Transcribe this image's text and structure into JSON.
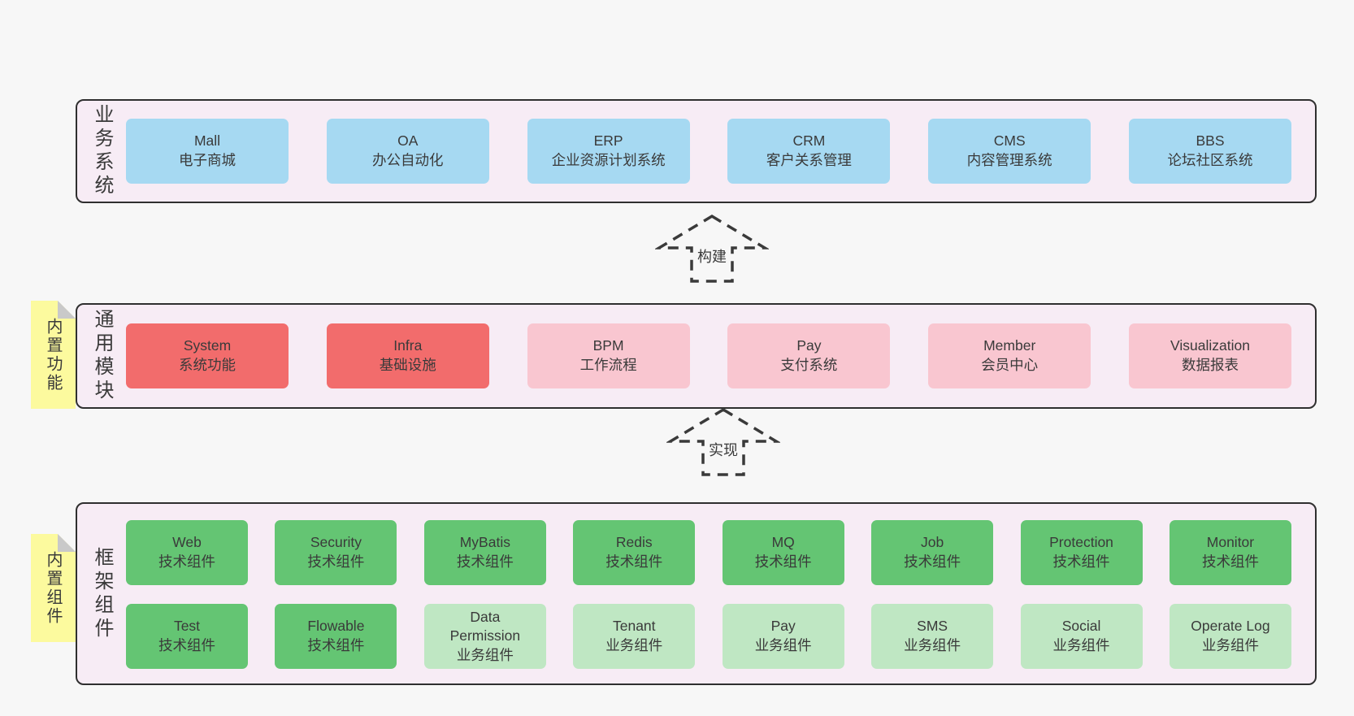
{
  "colors": {
    "page_bg": "#f7f7f7",
    "band_bg": "#f7ecf5",
    "band_border": "#2f2f2f",
    "text": "#3a3a3a",
    "blue": "#a6d9f2",
    "red": "#f26c6c",
    "pink": "#f9c6d0",
    "green": "#64c573",
    "light_green": "#bfe7c3",
    "yellow": "#fcfa9e",
    "fold_gray": "#c9c9c9",
    "arrow": "#3a3a3a"
  },
  "bands": [
    {
      "label": "业务系统",
      "boxes": [
        {
          "name": "Mall",
          "desc": "电子商城"
        },
        {
          "name": "OA",
          "desc": "办公自动化"
        },
        {
          "name": "ERP",
          "desc": "企业资源计划系统"
        },
        {
          "name": "CRM",
          "desc": "客户关系管理"
        },
        {
          "name": "CMS",
          "desc": "内容管理系统"
        },
        {
          "name": "BBS",
          "desc": "论坛社区系统"
        }
      ]
    },
    {
      "label": "通用模块",
      "note": "内置功能",
      "boxes": [
        {
          "name": "System",
          "desc": "系统功能"
        },
        {
          "name": "Infra",
          "desc": "基础设施"
        },
        {
          "name": "BPM",
          "desc": "工作流程"
        },
        {
          "name": "Pay",
          "desc": "支付系统"
        },
        {
          "name": "Member",
          "desc": "会员中心"
        },
        {
          "name": "Visualization",
          "desc": "数据报表"
        }
      ]
    },
    {
      "label": "框架组件",
      "note": "内置组件",
      "rows": [
        [
          {
            "name": "Web",
            "desc": "技术组件"
          },
          {
            "name": "Security",
            "desc": "技术组件"
          },
          {
            "name": "MyBatis",
            "desc": "技术组件"
          },
          {
            "name": "Redis",
            "desc": "技术组件"
          },
          {
            "name": "MQ",
            "desc": "技术组件"
          },
          {
            "name": "Job",
            "desc": "技术组件"
          },
          {
            "name": "Protection",
            "desc": "技术组件"
          },
          {
            "name": "Monitor",
            "desc": "技术组件"
          }
        ],
        [
          {
            "name": "Test",
            "desc": "技术组件"
          },
          {
            "name": "Flowable",
            "desc": "技术组件"
          },
          {
            "name": "Data Permission",
            "desc": "业务组件"
          },
          {
            "name": "Tenant",
            "desc": "业务组件"
          },
          {
            "name": "Pay",
            "desc": "业务组件"
          },
          {
            "name": "SMS",
            "desc": "业务组件"
          },
          {
            "name": "Social",
            "desc": "业务组件"
          },
          {
            "name": "Operate Log",
            "desc": "业务组件"
          }
        ]
      ]
    }
  ],
  "arrows": [
    {
      "label": "构建"
    },
    {
      "label": "实现"
    }
  ]
}
